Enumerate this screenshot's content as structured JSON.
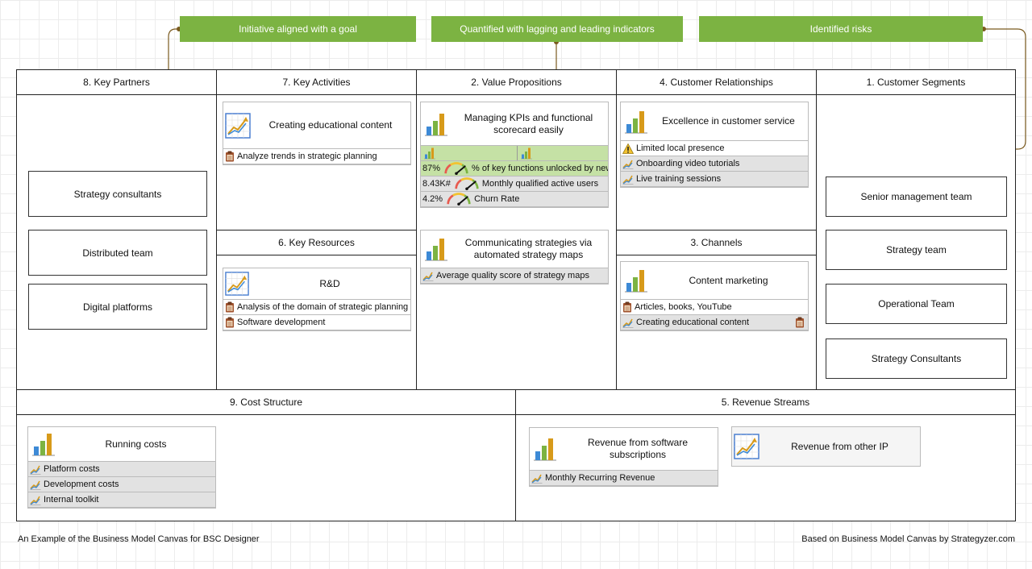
{
  "banners": {
    "initiative": "Initiative aligned with a goal",
    "quantified": "Quantified with lagging and leading indicators",
    "risks": "Identified risks"
  },
  "sections": {
    "key_partners": "8. Key Partners",
    "key_activities": "7. Key Activities",
    "value_propositions": "2. Value Propositions",
    "customer_relationships": "4. Customer Relationships",
    "customer_segments": "1. Customer Segments",
    "key_resources": "6. Key Resources",
    "channels": "3. Channels",
    "cost_structure": "9. Cost Structure",
    "revenue_streams": "5. Revenue Streams"
  },
  "partners": [
    "Strategy consultants",
    "Distributed team",
    "Digital platforms"
  ],
  "segments": [
    "Senior management team",
    "Strategy team",
    "Operational Team",
    "Strategy Consultants"
  ],
  "activities": {
    "title": "Creating educational content",
    "rows": [
      "Analyze trends in strategic planning"
    ]
  },
  "resources": {
    "title": "R&D",
    "rows": [
      "Analysis of the domain of strategic planning",
      "Software development"
    ]
  },
  "value1": {
    "title": "Managing KPIs and functional scorecard easily",
    "rows": [
      {
        "value": "87%",
        "label": "% of key functions unlocked by new"
      },
      {
        "value": "8.43K#",
        "label": "Monthly qualified active users"
      },
      {
        "value": "4.2%",
        "label": "Churn Rate"
      }
    ]
  },
  "value2": {
    "title": "Communicating strategies via automated strategy maps",
    "rows": [
      "Average quality score of strategy maps"
    ]
  },
  "relationships": {
    "title": "Excellence in customer service",
    "rows": [
      "Limited local presence",
      "Onboarding video tutorials",
      "Live training sessions"
    ]
  },
  "channels": {
    "title": "Content marketing",
    "rows": [
      "Articles, books, YouTube",
      "Creating educational content"
    ]
  },
  "costs": {
    "title": "Running costs",
    "rows": [
      "Platform costs",
      "Development costs",
      "Internal toolkit"
    ]
  },
  "revenue1": {
    "title": "Revenue from software subscriptions",
    "rows": [
      "Monthly Recurring Revenue"
    ]
  },
  "revenue2": {
    "title": "Revenue from other IP"
  },
  "footer": {
    "left": "An Example of the Business Model Canvas for BSC Designer",
    "right": "Based on Business Model Canvas by Strategyzer.com"
  },
  "colors": {
    "banner": "#7cb342",
    "connector": "#7a5a1e",
    "bar_blue": "#3d8ad6",
    "bar_green": "#7cb342",
    "bar_gold": "#d79a1a"
  }
}
